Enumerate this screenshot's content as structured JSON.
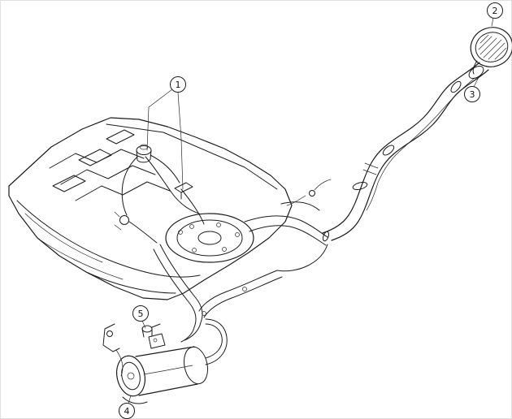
{
  "diagram": {
    "type": "technical-parts-illustration",
    "subject": "fuel-tank-and-filler-neck-assembly",
    "colors": {
      "line": "#1c1c1c",
      "background": "#ffffff"
    },
    "callouts": [
      {
        "label": "1",
        "points_to": "fuel-pump-sender-components-on-tank-top"
      },
      {
        "label": "2",
        "points_to": "fuel-filler-cap"
      },
      {
        "label": "3",
        "points_to": "filler-neck-clamp"
      },
      {
        "label": "4",
        "points_to": "canister-assembly"
      },
      {
        "label": "5",
        "points_to": "purge-valve-on-canister"
      }
    ]
  }
}
